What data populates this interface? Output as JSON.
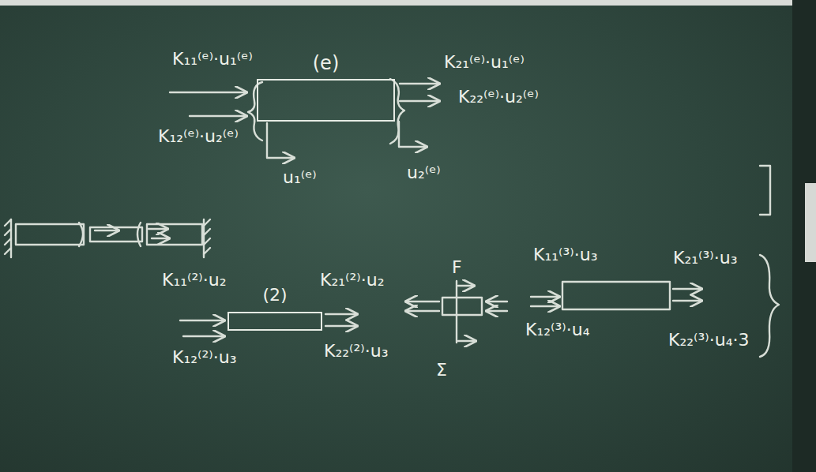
{
  "diagram": {
    "nodes": [
      {
        "text": [
          "(e)"
        ]
      },
      {
        "text": [
          "(2)"
        ]
      }
    ],
    "labels": [
      "K₁₁⁽ᵉ⁾·u₁⁽ᵉ⁾",
      "K₁₂⁽ᵉ⁾·u₂⁽ᵉ⁾",
      "K₂₁⁽ᵉ⁾·u₁⁽ᵉ⁾",
      "K₂₂⁽ᵉ⁾·u₂⁽ᵉ⁾",
      "u₁⁽ᵉ⁾",
      "u₂⁽ᵉ⁾",
      "K₁₁⁽²⁾·u₂",
      "K₂₁⁽²⁾·u₂",
      "F",
      "K₁₁⁽³⁾·u₃",
      "K₂₁⁽³⁾·u₃",
      "K₁₂⁽²⁾·u₃",
      "K₂₂⁽²⁾·u₃",
      "K₁₂⁽³⁾·u₄",
      "K₂₂⁽³⁾·u₄·3",
      "Σ"
    ]
  }
}
